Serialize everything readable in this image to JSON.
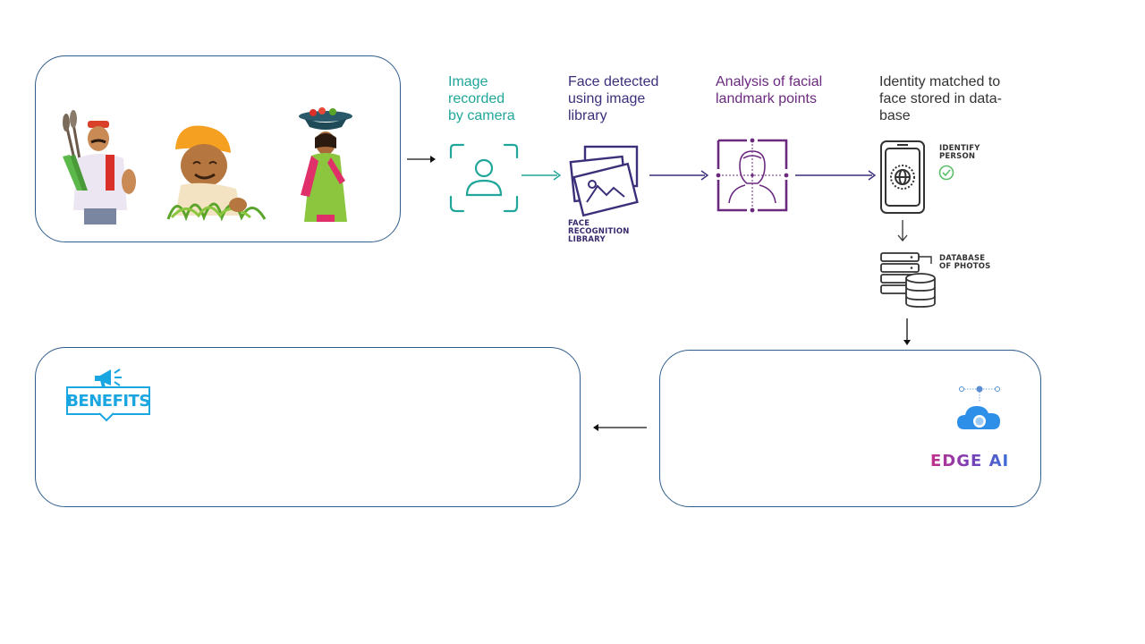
{
  "steps": [
    {
      "title": "Image recorded by camera",
      "lines": [
        "Image",
        "recorded",
        "by camera"
      ],
      "color": "#21a69a"
    },
    {
      "title": "Face detected using image library",
      "lines": [
        "Face detected",
        "using image",
        "library"
      ],
      "color": "#3b2f7a"
    },
    {
      "title": "Analysis of facial landmark points",
      "lines": [
        "Analysis of facial",
        "landmark points"
      ],
      "color": "#6b2a7f"
    },
    {
      "title": "Identity matched to face stored in data-base",
      "lines": [
        "Identity matched to",
        "face stored in data-",
        "base"
      ],
      "color": "#333333"
    }
  ],
  "labels": {
    "library": [
      "FACE",
      "RECOGNITION",
      "LIBRARY"
    ],
    "identify": [
      "IDENTIFY",
      "PERSON"
    ],
    "database": [
      "DATABASE",
      "OF PHOTOS"
    ],
    "benefits": "BENEFITS",
    "edge_ai": "EDGE AI"
  },
  "colors": {
    "box_border": "#2f5d8c",
    "teal": "#21a69a",
    "purple": "#3b2f7a",
    "magenta": "#6b2a7f",
    "benefits_blue": "#1aa6e0",
    "check_green": "#5bbf6a"
  },
  "icons": [
    "farmer-illustration",
    "turbaned-farmer-illustration",
    "woman-with-basket-illustration",
    "camera-user-icon",
    "image-library-icon",
    "face-landmark-icon",
    "smartphone-identify-icon",
    "check-icon",
    "database-icon",
    "megaphone-icon",
    "cloud-icon"
  ]
}
